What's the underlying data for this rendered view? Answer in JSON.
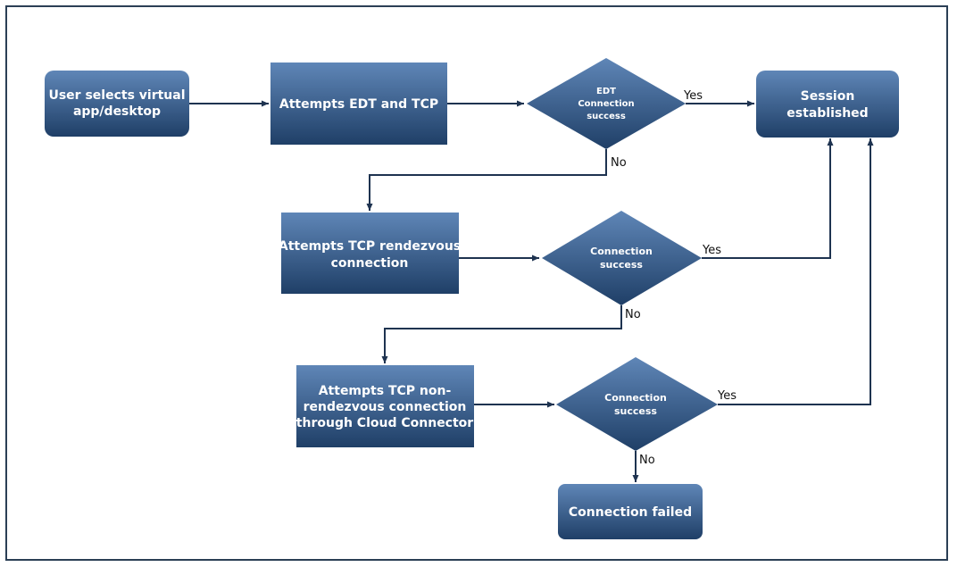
{
  "diagram": {
    "nodes": {
      "user_selects": {
        "lines": [
          "User selects virtual",
          "app/desktop"
        ]
      },
      "attempts_edt_tcp": {
        "lines": [
          "Attempts EDT and TCP"
        ]
      },
      "edt_decision": {
        "lines": [
          "EDT",
          "Connection",
          "success"
        ]
      },
      "session_established": {
        "lines": [
          "Session",
          "established"
        ]
      },
      "attempts_tcp_rendezvous": {
        "lines": [
          "Attempts TCP rendezvous",
          "connection"
        ]
      },
      "decision_2": {
        "lines": [
          "Connection",
          "success"
        ]
      },
      "attempts_tcp_non_rendezvous": {
        "lines": [
          "Attempts TCP non-",
          "rendezvous connection",
          "through Cloud Connector"
        ]
      },
      "decision_3": {
        "lines": [
          "Connection",
          "success"
        ]
      },
      "connection_failed": {
        "lines": [
          "Connection failed"
        ]
      }
    },
    "edge_labels": {
      "yes_1": "Yes",
      "no_1": "No",
      "yes_2": "Yes",
      "no_2": "No",
      "yes_3": "Yes",
      "no_3": "No"
    },
    "colors": {
      "node_top": "#5f86b7",
      "node_bottom": "#1f3f67",
      "line": "#1e3350",
      "border": "#2b3f55"
    }
  }
}
